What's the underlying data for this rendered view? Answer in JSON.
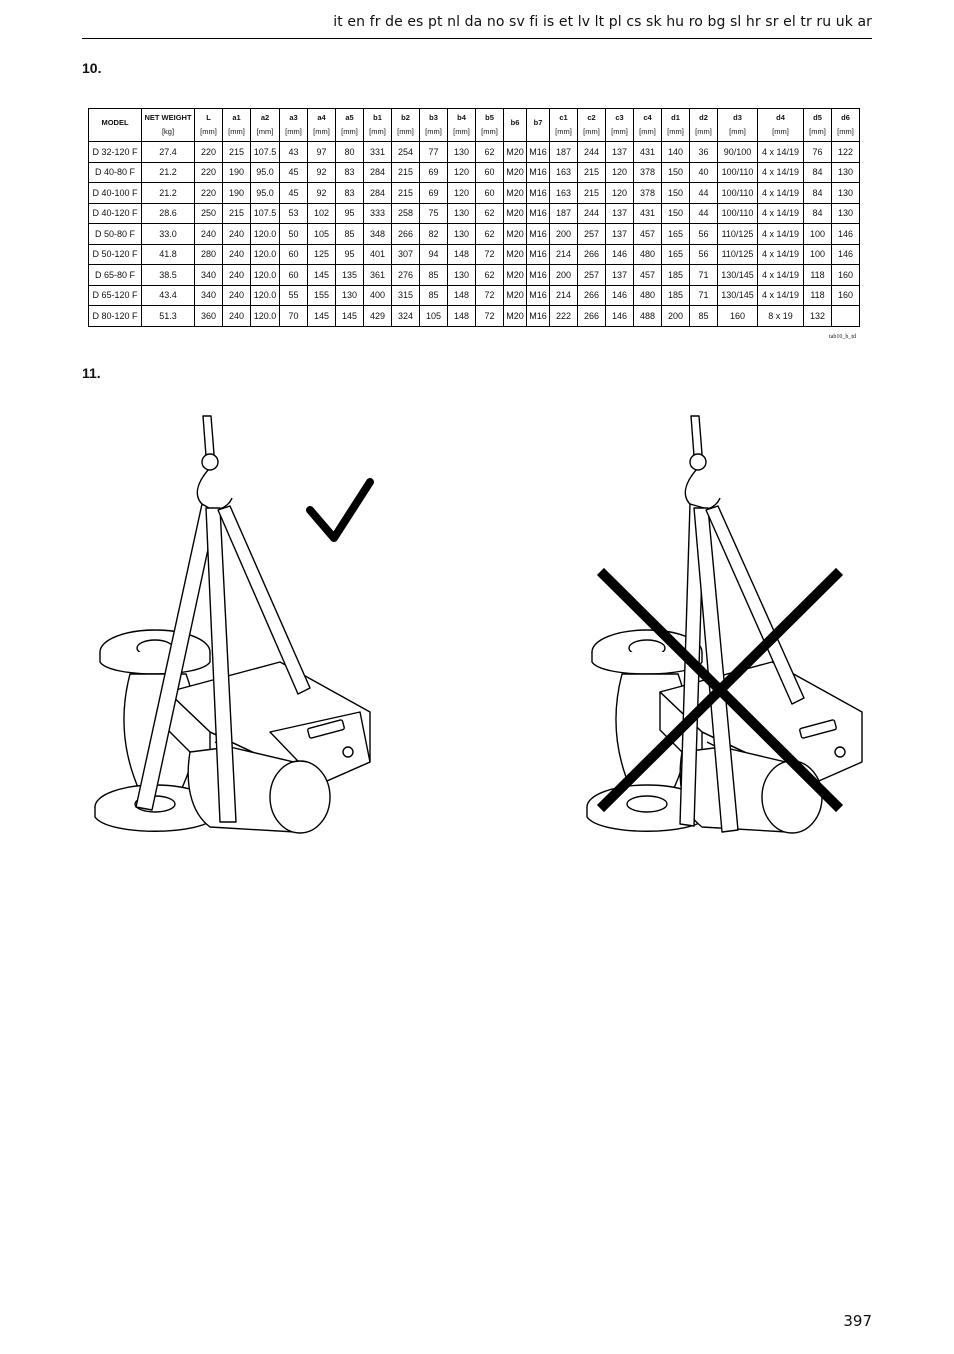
{
  "header": {
    "languages": "it en fr de es pt nl da no sv fi is et lv lt pl cs sk hu ro bg sl hr sr el tr ru uk ar"
  },
  "section_10": {
    "number": "10."
  },
  "section_11": {
    "number": "11."
  },
  "table": {
    "columns": [
      {
        "name": "MODEL",
        "unit": ""
      },
      {
        "name": "NET WEIGHT",
        "unit": "[kg]"
      },
      {
        "name": "L",
        "unit": "[mm]"
      },
      {
        "name": "a1",
        "unit": "[mm]"
      },
      {
        "name": "a2",
        "unit": "[mm]"
      },
      {
        "name": "a3",
        "unit": "[mm]"
      },
      {
        "name": "a4",
        "unit": "[mm]"
      },
      {
        "name": "a5",
        "unit": "[mm]"
      },
      {
        "name": "b1",
        "unit": "[mm]"
      },
      {
        "name": "b2",
        "unit": "[mm]"
      },
      {
        "name": "b3",
        "unit": "[mm]"
      },
      {
        "name": "b4",
        "unit": "[mm]"
      },
      {
        "name": "b5",
        "unit": "[mm]"
      },
      {
        "name": "b6",
        "unit": ""
      },
      {
        "name": "b7",
        "unit": ""
      },
      {
        "name": "c1",
        "unit": "[mm]"
      },
      {
        "name": "c2",
        "unit": "[mm]"
      },
      {
        "name": "c3",
        "unit": "[mm]"
      },
      {
        "name": "c4",
        "unit": "[mm]"
      },
      {
        "name": "d1",
        "unit": "[mm]"
      },
      {
        "name": "d2",
        "unit": "[mm]"
      },
      {
        "name": "d3",
        "unit": "[mm]"
      },
      {
        "name": "d4",
        "unit": "[mm]"
      },
      {
        "name": "d5",
        "unit": "[mm]"
      },
      {
        "name": "d6",
        "unit": "[mm]"
      }
    ],
    "rows": [
      [
        "D 32-120 F",
        "27.4",
        "220",
        "215",
        "107.5",
        "43",
        "97",
        "80",
        "331",
        "254",
        "77",
        "130",
        "62",
        "M20",
        "M16",
        "187",
        "244",
        "137",
        "431",
        "140",
        "36",
        "90/100",
        "4 x 14/19",
        "76",
        "122"
      ],
      [
        "D 40-80 F",
        "21.2",
        "220",
        "190",
        "95.0",
        "45",
        "92",
        "83",
        "284",
        "215",
        "69",
        "120",
        "60",
        "M20",
        "M16",
        "163",
        "215",
        "120",
        "378",
        "150",
        "40",
        "100/110",
        "4 x 14/19",
        "84",
        "130"
      ],
      [
        "D 40-100 F",
        "21.2",
        "220",
        "190",
        "95.0",
        "45",
        "92",
        "83",
        "284",
        "215",
        "69",
        "120",
        "60",
        "M20",
        "M16",
        "163",
        "215",
        "120",
        "378",
        "150",
        "44",
        "100/110",
        "4 x 14/19",
        "84",
        "130"
      ],
      [
        "D 40-120 F",
        "28.6",
        "250",
        "215",
        "107.5",
        "53",
        "102",
        "95",
        "333",
        "258",
        "75",
        "130",
        "62",
        "M20",
        "M16",
        "187",
        "244",
        "137",
        "431",
        "150",
        "44",
        "100/110",
        "4 x 14/19",
        "84",
        "130"
      ],
      [
        "D 50-80 F",
        "33.0",
        "240",
        "240",
        "120.0",
        "50",
        "105",
        "85",
        "348",
        "266",
        "82",
        "130",
        "62",
        "M20",
        "M16",
        "200",
        "257",
        "137",
        "457",
        "165",
        "56",
        "110/125",
        "4 x 14/19",
        "100",
        "146"
      ],
      [
        "D 50-120 F",
        "41.8",
        "280",
        "240",
        "120.0",
        "60",
        "125",
        "95",
        "401",
        "307",
        "94",
        "148",
        "72",
        "M20",
        "M16",
        "214",
        "266",
        "146",
        "480",
        "165",
        "56",
        "110/125",
        "4 x 14/19",
        "100",
        "146"
      ],
      [
        "D 65-80 F",
        "38.5",
        "340",
        "240",
        "120.0",
        "60",
        "145",
        "135",
        "361",
        "276",
        "85",
        "130",
        "62",
        "M20",
        "M16",
        "200",
        "257",
        "137",
        "457",
        "185",
        "71",
        "130/145",
        "4 x 14/19",
        "118",
        "160"
      ],
      [
        "D 65-120 F",
        "43.4",
        "340",
        "240",
        "120.0",
        "55",
        "155",
        "130",
        "400",
        "315",
        "85",
        "148",
        "72",
        "M20",
        "M16",
        "214",
        "266",
        "146",
        "480",
        "185",
        "71",
        "130/145",
        "4 x 14/19",
        "118",
        "160"
      ],
      [
        "D 80-120 F",
        "51.3",
        "360",
        "240",
        "120.0",
        "70",
        "145",
        "145",
        "429",
        "324",
        "105",
        "148",
        "72",
        "M20",
        "M16",
        "222",
        "266",
        "146",
        "488",
        "200",
        "85",
        "160",
        "8 x 19",
        "132",
        ""
      ]
    ],
    "id": "tab10_b_td"
  },
  "figures": {
    "correct_icon": "checkmark-icon",
    "wrong_icon": "cross-icon"
  },
  "footer": {
    "page_number": "397"
  }
}
